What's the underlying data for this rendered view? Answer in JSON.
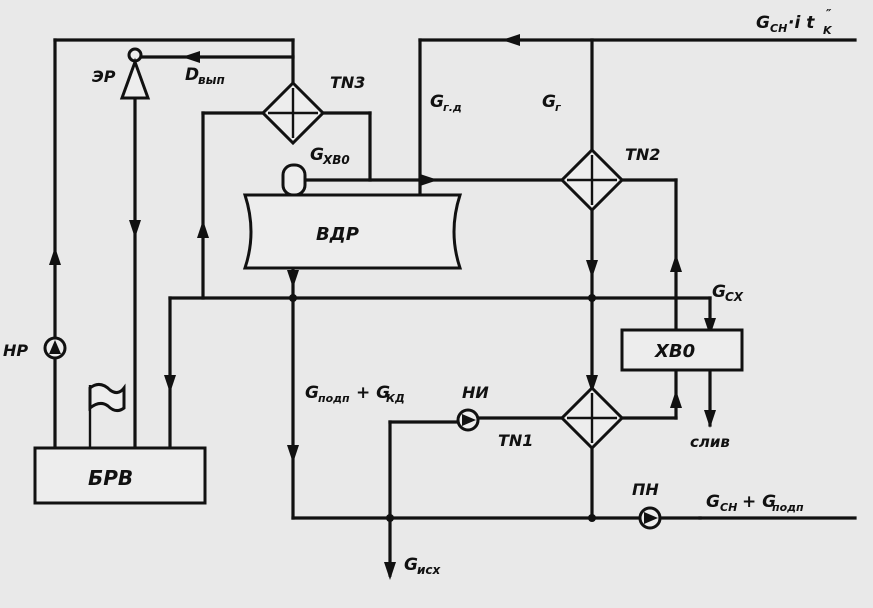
{
  "labels": {
    "g_cn_it": "G",
    "g_cn_it_sub": "CH",
    "g_cn_it_rest": "·i t",
    "g_cn_it_k": "K",
    "g_cn_it_prime": "″",
    "er": "ЭР",
    "d_vyp": "D",
    "d_vyp_sub": "вып",
    "tn3": "TN3",
    "g_gd": "G",
    "g_gd_sub": "г.д",
    "g_g": "G",
    "g_g_sub": "г",
    "tn2": "TN2",
    "g_hvo": "G",
    "g_hvo_sub": "XB0",
    "vdr": "ВДР",
    "g_cx": "G",
    "g_cx_sub": "CX",
    "hvo": "XB0",
    "np": "НР",
    "g_podp_gkd_1": "G",
    "g_podp_gkd_1_sub": "подп",
    "g_podp_gkd_plus": "+ G",
    "g_podp_gkd_2_sub": "КД",
    "ni": "НИ",
    "tn1": "TN1",
    "sliv": "слив",
    "brv": "БРВ",
    "pn": "ПН",
    "g_cn_podp_1": "G",
    "g_cn_podp_1_sub": "CH",
    "g_cn_podp_plus": "+ G",
    "g_cn_podp_2_sub": "подп",
    "g_isx": "G",
    "g_isx_sub": "исх"
  },
  "colors": {
    "ink": "#111111",
    "paper": "#e9e9e9"
  }
}
